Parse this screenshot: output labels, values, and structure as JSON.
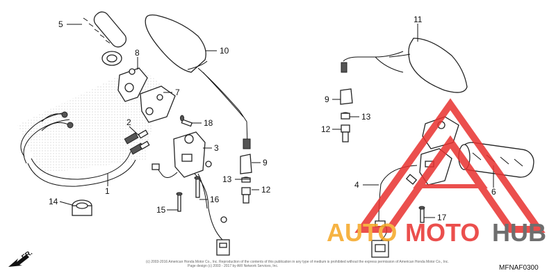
{
  "diagram": {
    "callouts": [
      {
        "id": "c5",
        "label": "5"
      },
      {
        "id": "c8",
        "label": "8"
      },
      {
        "id": "c10",
        "label": "10"
      },
      {
        "id": "c7",
        "label": "7"
      },
      {
        "id": "c2",
        "label": "2"
      },
      {
        "id": "c18",
        "label": "18"
      },
      {
        "id": "c3",
        "label": "3"
      },
      {
        "id": "c9a",
        "label": "9"
      },
      {
        "id": "c13a",
        "label": "13"
      },
      {
        "id": "c12a",
        "label": "12"
      },
      {
        "id": "c1",
        "label": "1"
      },
      {
        "id": "c14",
        "label": "14"
      },
      {
        "id": "c15",
        "label": "15"
      },
      {
        "id": "c16",
        "label": "16"
      },
      {
        "id": "c11",
        "label": "11"
      },
      {
        "id": "c9b",
        "label": "9"
      },
      {
        "id": "c13b",
        "label": "13"
      },
      {
        "id": "c12b",
        "label": "12"
      },
      {
        "id": "c4",
        "label": "4"
      },
      {
        "id": "c6",
        "label": "6"
      },
      {
        "id": "c17",
        "label": "17"
      }
    ],
    "front_indicator": "FR.",
    "diagram_code": "MFNAF0300",
    "copyright_line1": "(c) 2003-2016 American Honda Motor Co., Inc. Reproduction of the contents of this publication in any type of medium is prohibited without the express permission of American Honda Motor Co., Inc.",
    "copyright_line2": "Page design (c) 2003 - 2017 by ARI Network Services, Inc."
  },
  "watermark": {
    "text_part1": "AUTO",
    "text_part2": "MOTO",
    "text_part3": "HUB",
    "colors": {
      "orange": "#f5a623",
      "red": "#e8312f",
      "gray": "#555555"
    }
  }
}
